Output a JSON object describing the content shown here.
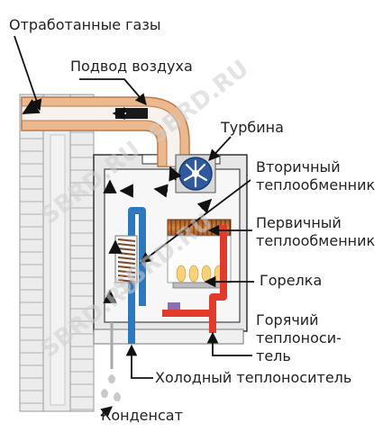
{
  "labels": {
    "exhaust": "Отработанные газы",
    "air_supply": "Подвод воздуха",
    "turbine": "Турбина",
    "secondary_hx": [
      "Вторичный",
      "теплообменник"
    ],
    "primary_hx": [
      "Первичный",
      "теплообменник"
    ],
    "burner": "Горелка",
    "hot_coolant": [
      "Горячий",
      "теплоноси-",
      "тель"
    ],
    "cold_coolant": "Холодный теплоноситель",
    "condensate": "Конденсат"
  },
  "watermark": "SBRD.RU",
  "colors": {
    "pipe_orange": "#ecb88e",
    "pipe_stroke": "#b77a4a",
    "hot": "#e23b2b",
    "cold": "#2f78bf",
    "wall_fill": "#ececec",
    "boiler_fill": "#e7e7e7",
    "fan_blue": "#2f5aa0",
    "hx_brown": "#9c5a2b"
  }
}
